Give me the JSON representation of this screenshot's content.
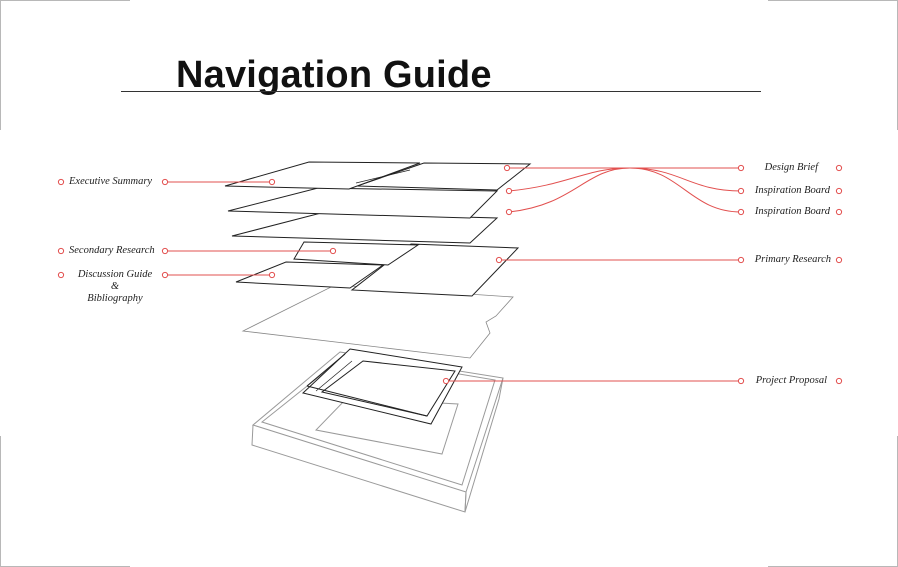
{
  "title": "Navigation Guide",
  "colors": {
    "accent": "#e2504f",
    "stroke": "#222222",
    "light_stroke": "#9a9a9a"
  },
  "labels": {
    "executive_summary": "Executive Summary",
    "secondary_research": "Secondary Research",
    "discussion_guide": "Discussion Guide",
    "ampersand": "&",
    "bibliography": "Bibliography",
    "design_brief": "Design Brief",
    "inspiration_board_1": "Inspiration Board",
    "inspiration_board_2": "Inspiration Board",
    "primary_research": "Primary Research",
    "project_proposal": "Project Proposal"
  }
}
